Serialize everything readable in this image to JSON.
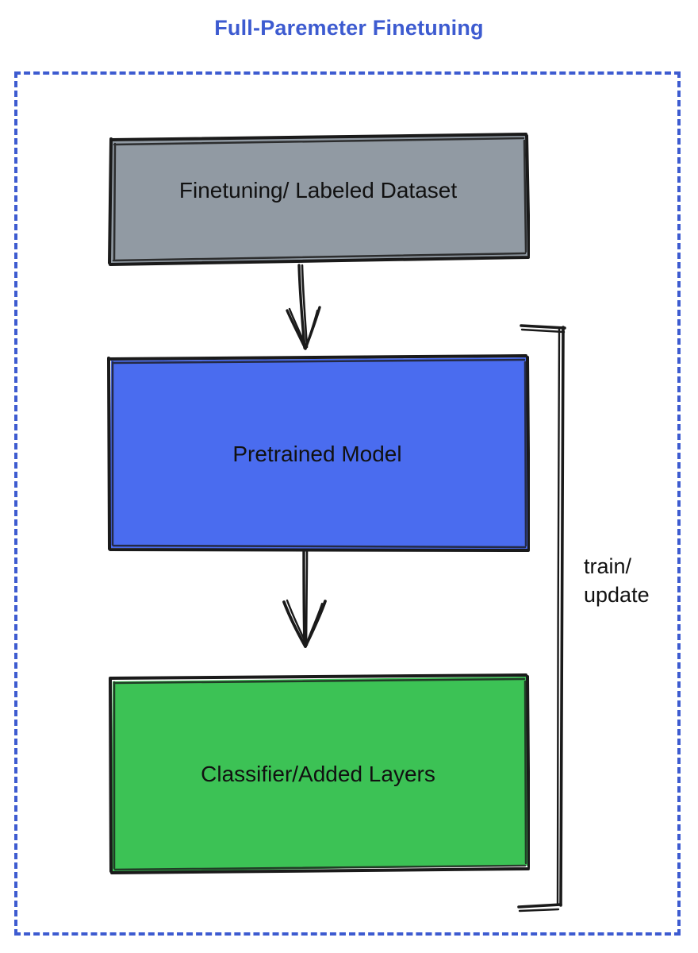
{
  "title": "Full-Paremeter Finetuning",
  "colors": {
    "title": "#3d5bd0",
    "frame_border": "#3d5bd0",
    "dataset_fill": "#919aa3",
    "model_fill": "#4a6cef",
    "classifier_fill": "#3cc255",
    "stroke": "#1a1a1a",
    "label_text": "#111111",
    "background": "#ffffff"
  },
  "frame": {
    "style": "dashed",
    "name": "full-parameter-finetuning-scope"
  },
  "nodes": [
    {
      "id": "dataset",
      "label": "Finetuning/ Labeled Dataset",
      "fill": "#919aa3",
      "shape": "rectangle"
    },
    {
      "id": "model",
      "label": "Pretrained Model",
      "fill": "#4a6cef",
      "shape": "rectangle"
    },
    {
      "id": "classifier",
      "label": "Classifier/Added Layers",
      "fill": "#3cc255",
      "shape": "rectangle"
    }
  ],
  "edges": [
    {
      "id": "dataset-to-model",
      "from": "dataset",
      "to": "model",
      "label": "",
      "style": "arrow-down"
    },
    {
      "id": "model-to-classifier",
      "from": "model",
      "to": "classifier",
      "label": "",
      "style": "arrow-down"
    },
    {
      "id": "feedback-loop",
      "from": "classifier",
      "to": "model",
      "label_line1": "train/",
      "label_line2": "update",
      "style": "bracket-loop-right"
    }
  ],
  "loop_label": {
    "line1": "train/",
    "line2": "update"
  },
  "chart_data": {
    "type": "diagram",
    "title": "Full-Paremeter Finetuning",
    "flow": [
      "Finetuning/ Labeled Dataset",
      "Pretrained Model",
      "Classifier/Added Layers"
    ],
    "feedback": "train/ update"
  }
}
